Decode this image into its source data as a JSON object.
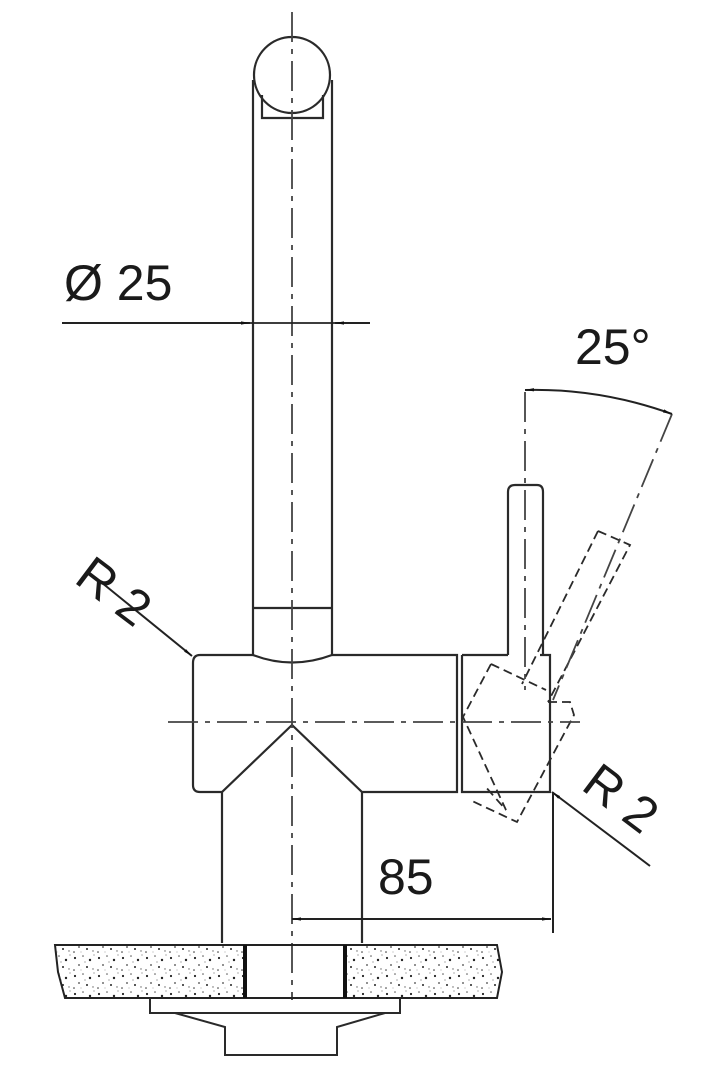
{
  "drawing": {
    "title": "Kitchen faucet dimensional drawing (side view)",
    "line_color": "#1a1a1a",
    "background": "#ffffff"
  },
  "dimensions": {
    "diameter": {
      "label": "Ø 25"
    },
    "lever_angle": {
      "label": "25°"
    },
    "radius_left": {
      "label": "R 2"
    },
    "radius_right": {
      "label": "R 2"
    },
    "reach": {
      "label": "85"
    }
  }
}
